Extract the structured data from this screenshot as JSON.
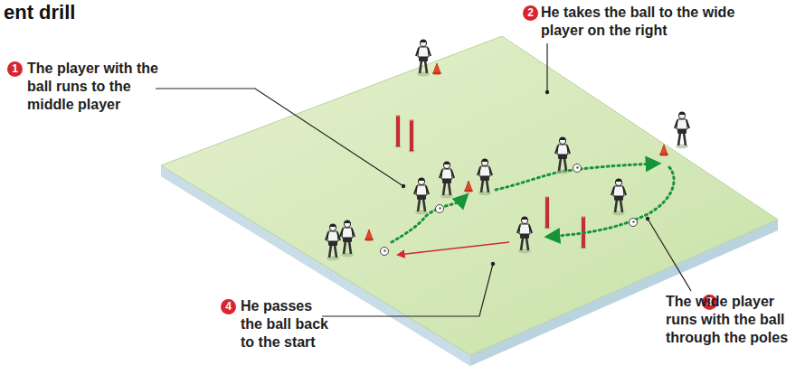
{
  "diagram": {
    "title": "ent drill",
    "labels": [
      "1",
      "The player with the ball runs to the middle player",
      "2",
      "He takes the ball to the wide player on the right",
      "3",
      "The wide player runs with the ball through the poles",
      "4",
      "He passes the ball back to the start"
    ]
  }
}
